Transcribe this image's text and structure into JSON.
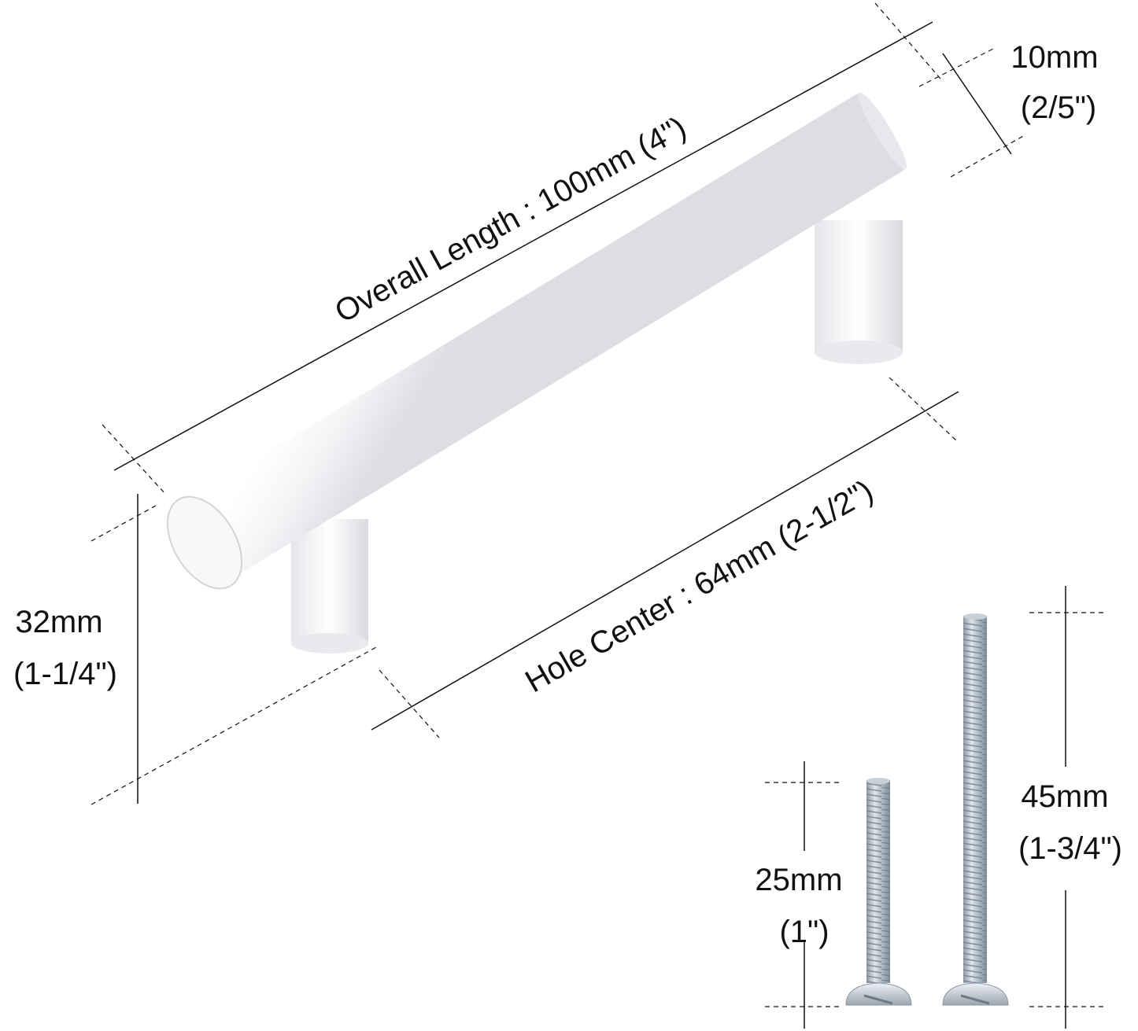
{
  "labels": {
    "overall_length": "Overall Length : 100mm (4\")",
    "hole_center": "Hole Center : 64mm (2-1/2\")",
    "diameter_mm": "10mm",
    "diameter_in": "(2/5\")",
    "height_mm": "32mm",
    "height_in": "(1-1/4\")",
    "short_screw_mm": "25mm",
    "short_screw_in": "(1\")",
    "long_screw_mm": "45mm",
    "long_screw_in": "(1-3/4\")"
  },
  "colors": {
    "background": "#ffffff",
    "handle": "#f1f2f4",
    "screw": "#b9c3cc",
    "line": "#111111"
  }
}
